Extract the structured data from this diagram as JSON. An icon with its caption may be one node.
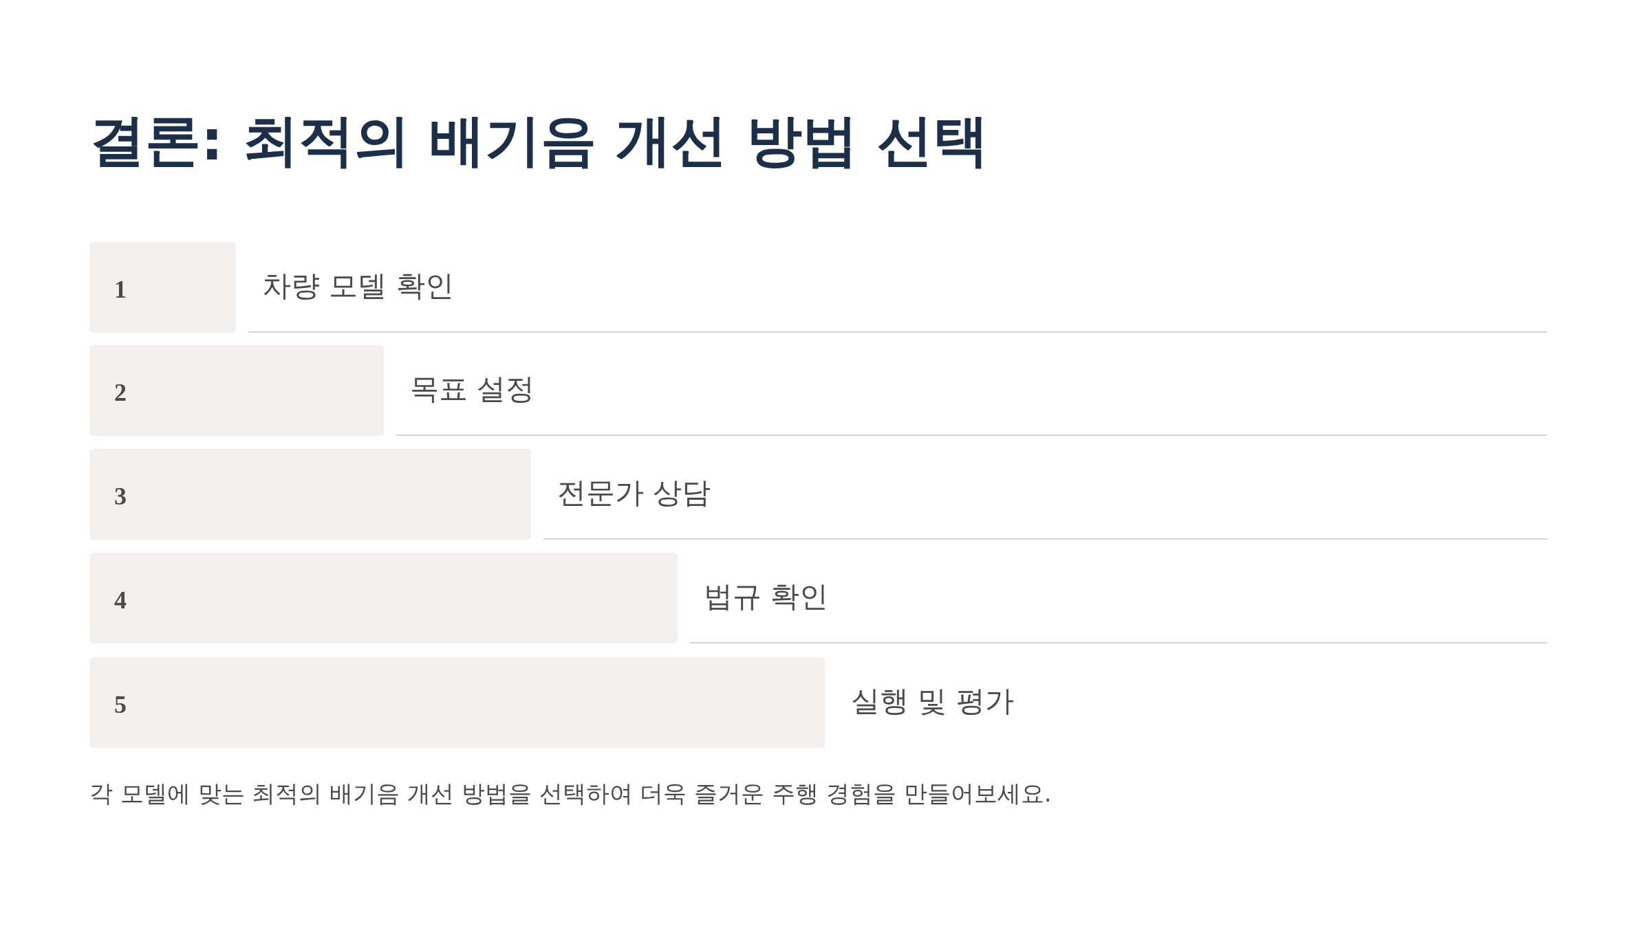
{
  "diagram": {
    "title": "결론: 최적의 배기음 개선 방법 선택",
    "nodes": [
      {
        "text": [
          "1"
        ],
        "beside": [
          "차량 모델 확인"
        ]
      },
      {
        "text": [
          "2"
        ],
        "beside": [
          "목표 설정"
        ]
      },
      {
        "text": [
          "3"
        ],
        "beside": [
          "전문가 상담"
        ]
      },
      {
        "text": [
          "4"
        ],
        "beside": [
          "법규 확인"
        ]
      },
      {
        "text": [
          "5"
        ],
        "beside": [
          "실행 및 평가"
        ]
      }
    ],
    "caption": "각 모델에 맞는 최적의 배기음 개선 방법을 선택하여 더욱 즐거운 주행 경험을 만들어보세요."
  }
}
